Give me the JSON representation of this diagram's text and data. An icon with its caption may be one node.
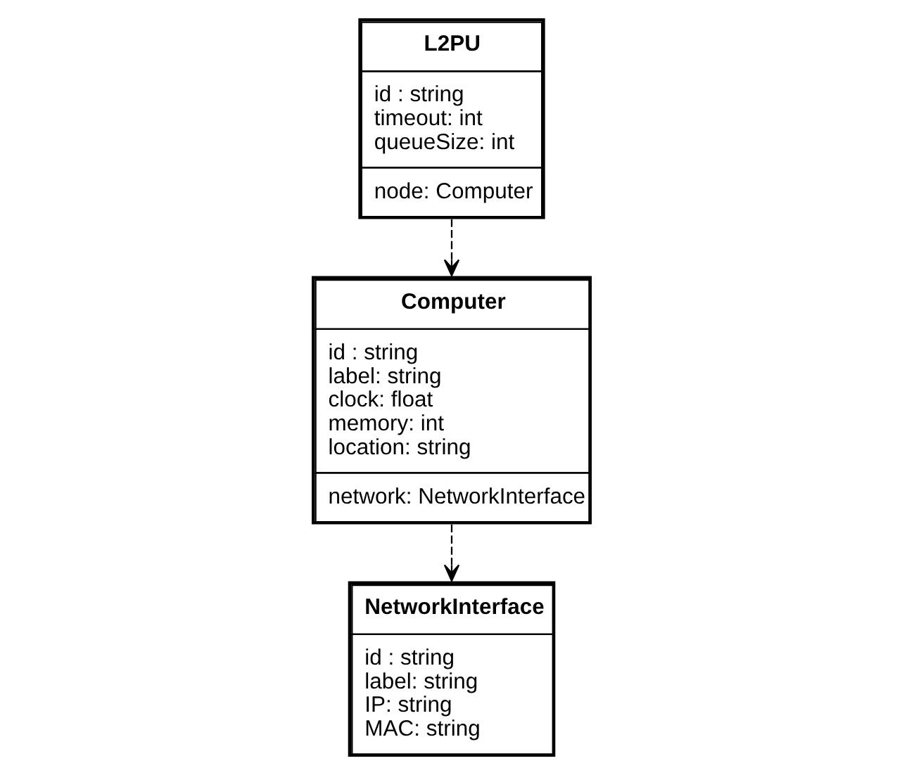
{
  "diagram": {
    "nodes": [
      {
        "text": [
          "L2PU",
          "id : string",
          "timeout: int",
          "queueSize: int",
          "node: Computer"
        ]
      },
      {
        "text": [
          "Computer",
          "id : string",
          "label: string",
          "clock: float",
          "memory: int",
          "location: string",
          "network: NetworkInterface"
        ]
      },
      {
        "text": [
          "NetworkInterface",
          "id : string",
          "label: string",
          "IP: string",
          "MAC: string"
        ]
      }
    ],
    "edges": [
      {
        "from": 0,
        "to": 1,
        "arrow": "to",
        "style": "dashed"
      },
      {
        "from": 1,
        "to": 2,
        "arrow": "to",
        "style": "dashed"
      }
    ]
  }
}
